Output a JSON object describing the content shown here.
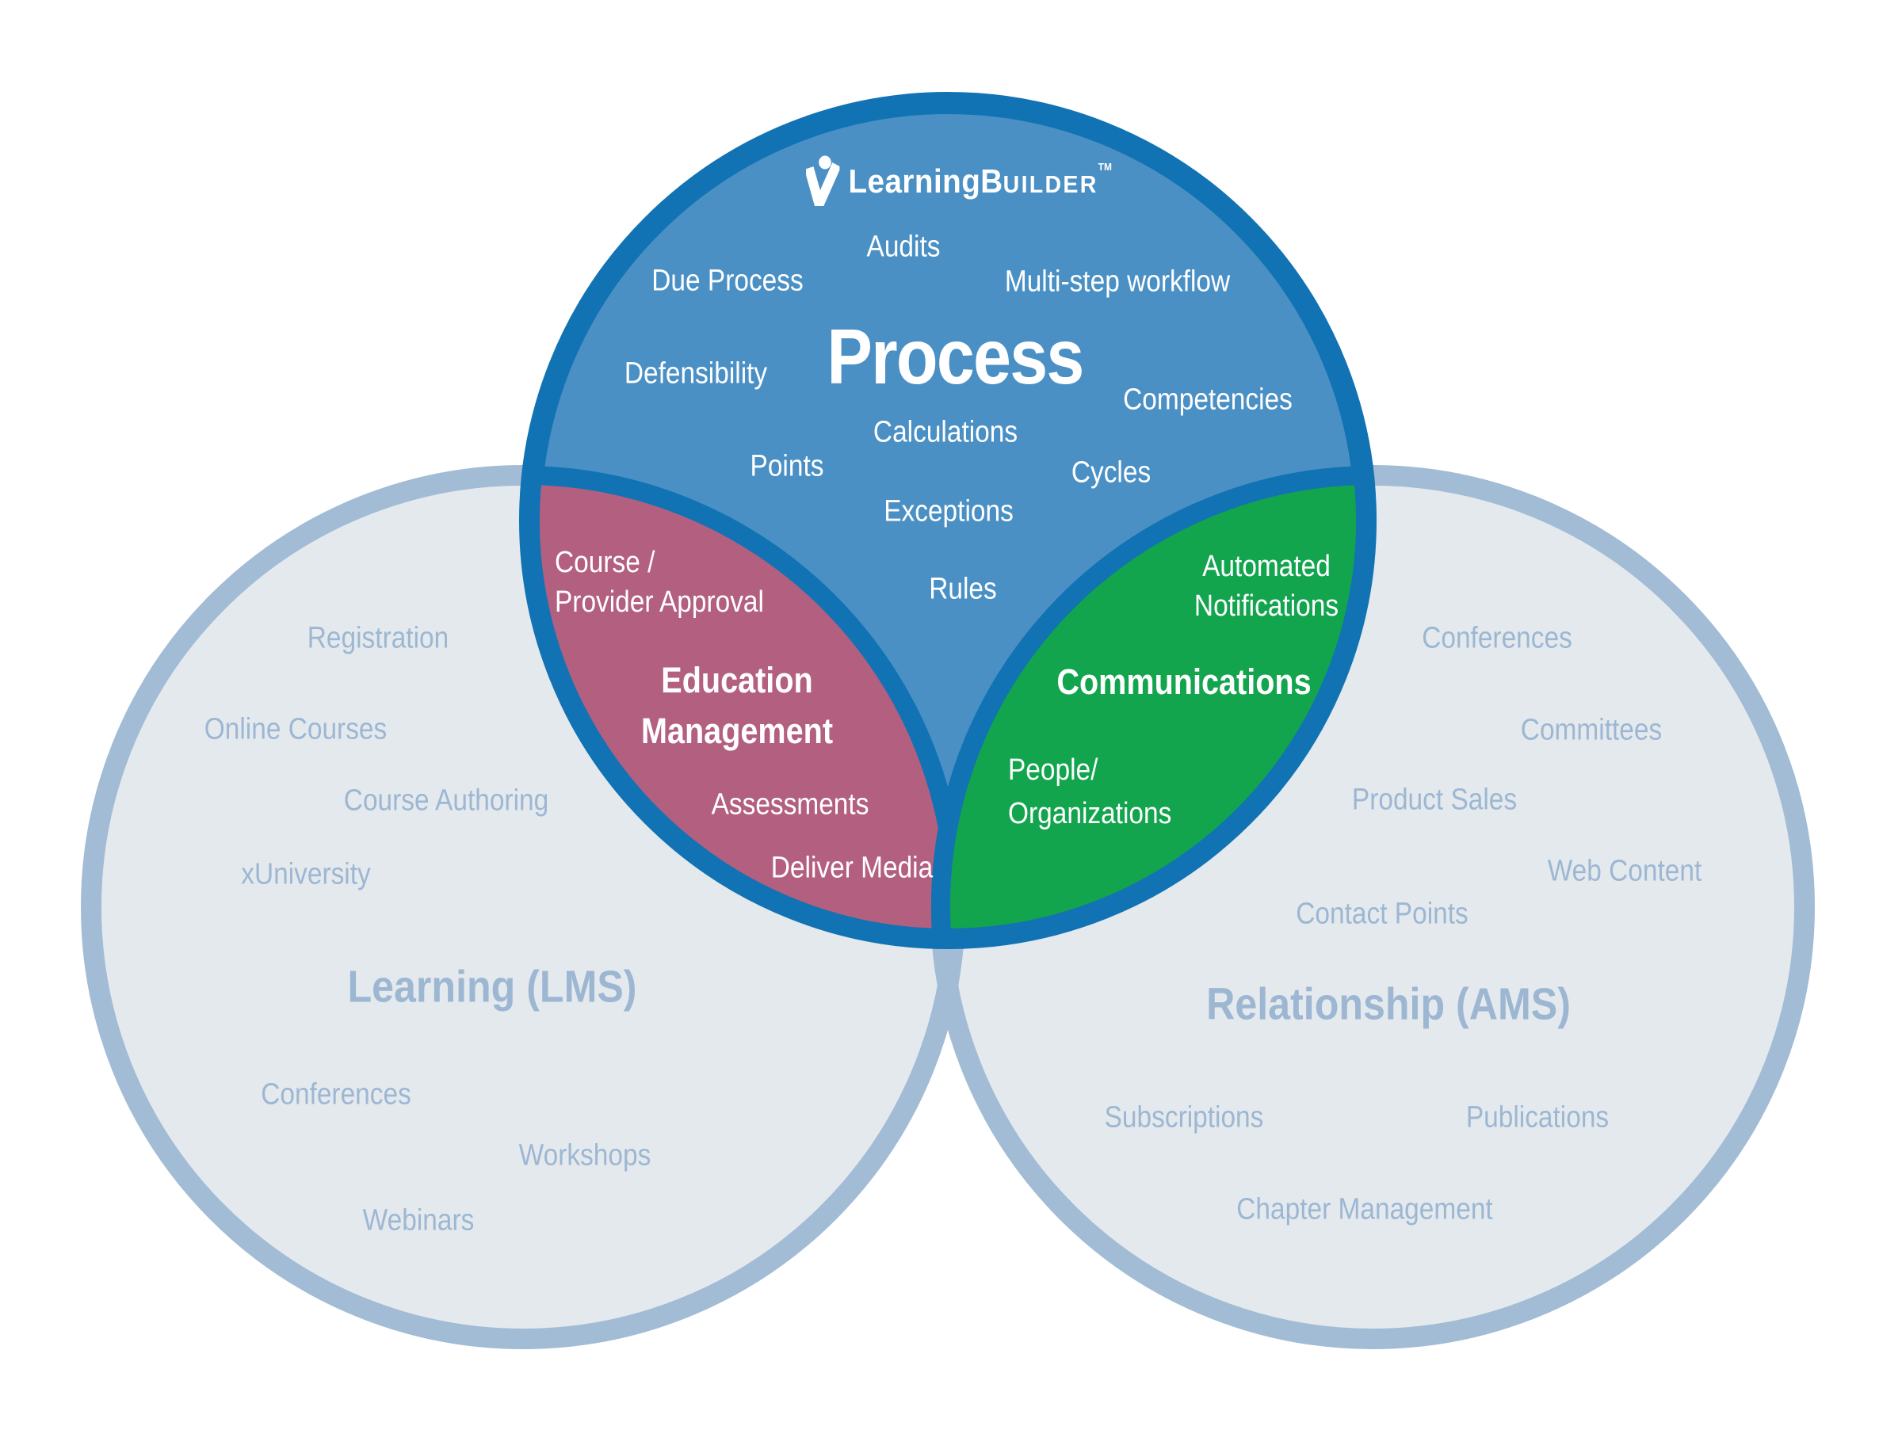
{
  "brand": {
    "learning": "Learning",
    "b": "B",
    "uilder": "UILDER",
    "tm": "TM"
  },
  "process_circle": {
    "title": "Process",
    "terms": [
      "Audits",
      "Due Process",
      "Multi-step workflow",
      "Defensibility",
      "Competencies",
      "Calculations",
      "Points",
      "Cycles",
      "Exceptions",
      "Rules"
    ]
  },
  "education_management": {
    "title_lines": [
      "Education",
      "Management"
    ],
    "terms": {
      "course_provider": [
        "Course /",
        "Provider Approval"
      ],
      "assessments": "Assessments",
      "deliver_media": "Deliver Media"
    }
  },
  "communications": {
    "title": "Communications",
    "terms": {
      "automated_notifications": [
        "Automated",
        "Notifications"
      ],
      "people_organizations": [
        "People/",
        "Organizations"
      ]
    }
  },
  "learning_circle": {
    "title": "Learning (LMS)",
    "terms": [
      "Registration",
      "Online Courses",
      "Course Authoring",
      "xUniversity",
      "Conferences",
      "Workshops",
      "Webinars"
    ]
  },
  "relationship_circle": {
    "title": "Relationship (AMS)",
    "terms": [
      "Conferences",
      "Committees",
      "Product Sales",
      "Web Content",
      "Contact Points",
      "Subscriptions",
      "Publications",
      "Chapter Management"
    ]
  },
  "colors": {
    "process_fill": "#4a90c5",
    "process_ring": "#1173b3",
    "education_fill": "#b35f80",
    "communications_fill": "#12a54e",
    "ams_lms_fill": "#e4e9ee",
    "ams_lms_ring": "#a2bcd5",
    "ams_lms_text": "#9db7d2",
    "overlay_text": "#ffffff"
  }
}
